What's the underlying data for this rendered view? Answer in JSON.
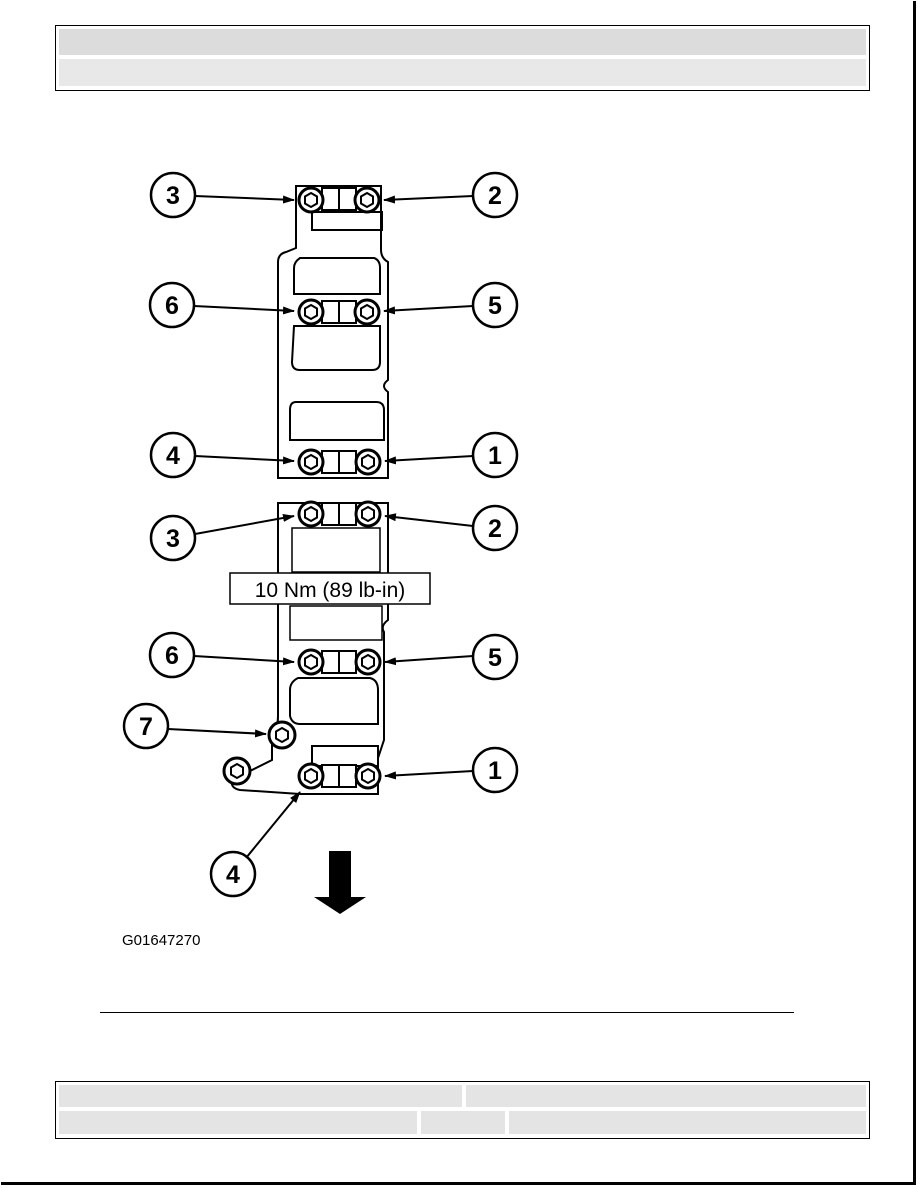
{
  "figure": {
    "torque_label": "10 Nm (89 lb-in)",
    "figure_id": "G01647270",
    "upper_callouts": {
      "c3": "3",
      "c2": "2",
      "c6": "6",
      "c5": "5",
      "c4": "4",
      "c1": "1"
    },
    "lower_callouts": {
      "c3": "3",
      "c2": "2",
      "c6": "6",
      "c5": "5",
      "c7": "7",
      "c1": "1",
      "c4": "4"
    },
    "direction_arrow": "arrow-down-icon"
  }
}
